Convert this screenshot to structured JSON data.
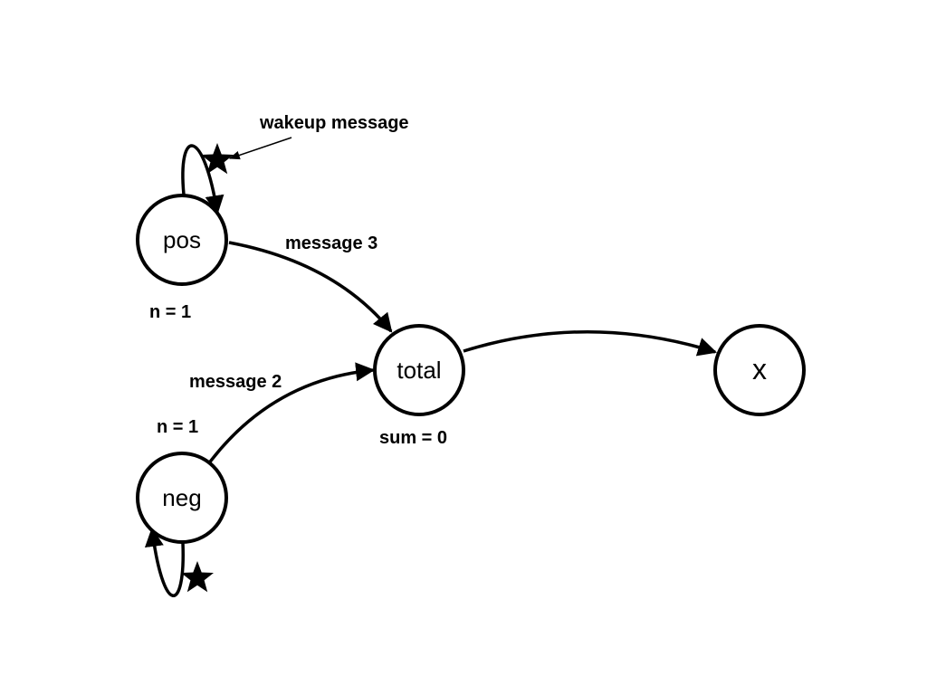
{
  "nodes": {
    "pos": {
      "label": "pos"
    },
    "neg": {
      "label": "neg"
    },
    "total": {
      "label": "total"
    },
    "x": {
      "label": "x"
    }
  },
  "annotations": {
    "pos_state": "n = 1",
    "neg_state": "n = 1",
    "total_state": "sum = 0",
    "wakeup": "wakeup message"
  },
  "edges": {
    "pos_to_total": "message 3",
    "neg_to_total": "message 2"
  },
  "colors": {
    "stroke": "#000000",
    "background": "#ffffff"
  },
  "icons": {
    "wakeup_marker": "star-icon"
  }
}
